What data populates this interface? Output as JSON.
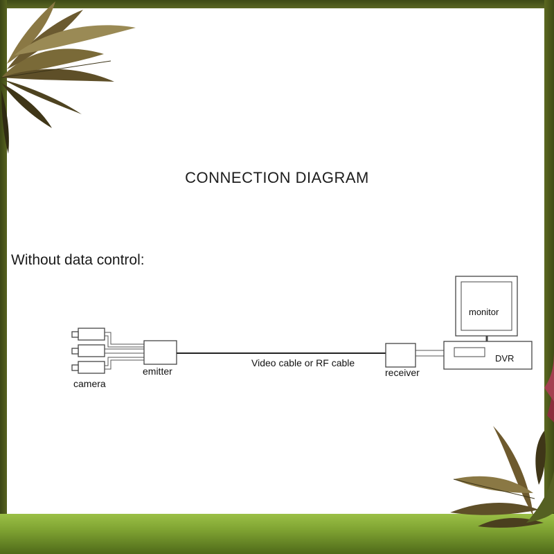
{
  "title": "CONNECTION DIAGRAM",
  "subtitle": "Without data control:",
  "labels": {
    "camera": "camera",
    "emitter": "emitter",
    "cable": "Video cable or RF cable",
    "receiver": "receiver",
    "monitor": "monitor",
    "dvr": "DVR"
  },
  "colors": {
    "frame": "#4f5a1e",
    "grass": "#8fb43c",
    "leaf": "#6e5a2e",
    "berry": "#8c2f3c",
    "line": "#444444"
  }
}
